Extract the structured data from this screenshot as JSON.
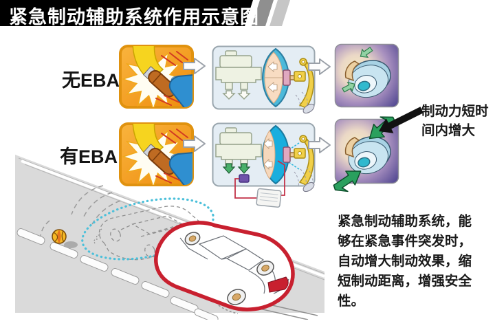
{
  "title": "紧急制动辅助系统作用示意图",
  "rows": [
    {
      "id": "without-eba",
      "label": "无EBA",
      "panels": [
        "brake-pedal-press",
        "brake-booster-master-cylinder",
        "brake-disc-small-force"
      ]
    },
    {
      "id": "with-eba",
      "label": "有EBA",
      "panels": [
        "brake-pedal-press",
        "brake-booster-with-sensor-and-ecu",
        "brake-disc-large-force"
      ]
    }
  ],
  "annotation": {
    "line1": "制动力短时",
    "line2": "间内增大",
    "full": "制动力短时间内增大"
  },
  "description": "紧急制动辅助系统，能够在紧急事件突发时，自动增大制动效果，缩短制动距离，增强安全性。",
  "icons": {
    "flow-arrow-icon": "white right-pointing block arrow",
    "pointer-arrow-icon": "solid black arrow pointing down-left",
    "brake-force-arrow-icon": "green jagged force arrow",
    "ball-icon": "orange bouncing ball"
  },
  "colors": {
    "title_bar_bg": "#000000",
    "title_text": "#ffffff",
    "pedal_panel_orange": "#f2a21c",
    "booster_panel_blue": "#e4edf4",
    "disc_panel_purple": "#4f4590",
    "force_arrow_green": "#2aa05e",
    "eba_car_outline_red": "#c8202f",
    "ghost_car_outline_blue": "#4cc0da",
    "road_gray": "#dadada"
  }
}
